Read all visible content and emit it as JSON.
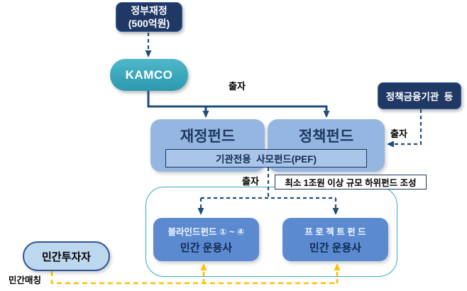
{
  "diagram": {
    "nodes": {
      "government": {
        "line1": "정부재정",
        "line2": "(500억원)"
      },
      "kamco": {
        "label": "KAMCO"
      },
      "policy_finance_org": {
        "label": "정책금융기관  등"
      },
      "fiscal_fund": {
        "label": "재정펀드"
      },
      "policy_fund": {
        "label": "정책펀드"
      },
      "pef": {
        "label": "기관전용  사모펀드(PEF)"
      },
      "note": {
        "label": "최소 1조원 이상 규모 하위펀드 조성"
      },
      "blind_fund": {
        "line1": "블라인드펀드 ① ~ ④",
        "line2": "민간 운용사"
      },
      "project_fund": {
        "line1": "프 로 젝 트 펀 드",
        "line2": "민간 운용사"
      },
      "private_investor": {
        "label": "민간투자자"
      }
    },
    "labels": {
      "invest_kamco": "출자",
      "invest_policy_org": "출자",
      "invest_sub": "출자",
      "private_matching": "민간매칭"
    },
    "colors": {
      "dark_navy_box": "#1F3864",
      "connector_navy": "#1F4E79",
      "kamco_teal": "#33A7BD",
      "fund_light_blue": "#95B6E0",
      "pef_bar_blue": "#A9C6E8",
      "sub_fund_blue": "#5B8AD0",
      "container_border_cyan": "#35AAC6",
      "investor_fill": "#BDD7EE",
      "investor_border": "#2F5597",
      "matching_yellow": "#FFC000"
    }
  }
}
